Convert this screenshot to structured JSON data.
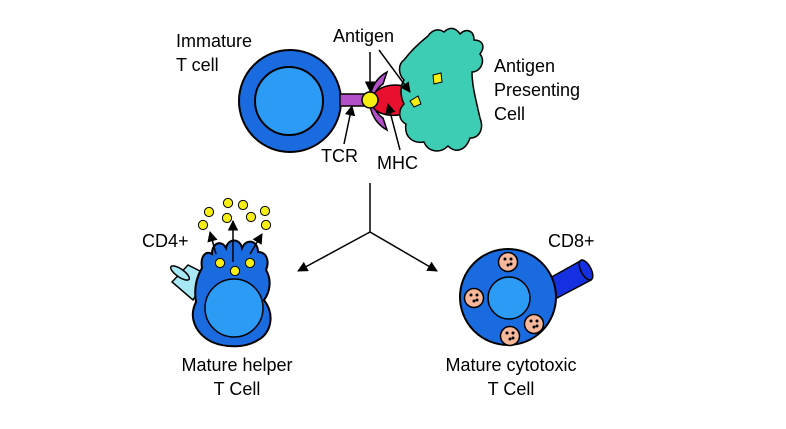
{
  "labels": {
    "immature_line1": "Immature",
    "immature_line2": "T cell",
    "antigen": "Antigen",
    "apc_line1": "Antigen",
    "apc_line2": "Presenting",
    "apc_line3": "Cell",
    "tcr": "TCR",
    "mhc": "MHC",
    "cd4": "CD4+",
    "cd8": "CD8+",
    "helper_line1": "Mature helper",
    "helper_line2": "T Cell",
    "cytotoxic_line1": "Mature cytotoxic",
    "cytotoxic_line2": "T Cell"
  },
  "colors": {
    "cell_body": "#1a6be0",
    "nucleus": "#2b9bf5",
    "tcr": "#b34fc9",
    "mhc": "#e8102e",
    "antigen": "#f7ef12",
    "apc": "#3ccdb4",
    "cd4_receptor": "#a8e8f5",
    "cd8_receptor": "#1530e0",
    "granule": "#f6b79a"
  },
  "icons": [
    "cytokine-dot-icon",
    "granule-icon",
    "arrow-icon"
  ]
}
